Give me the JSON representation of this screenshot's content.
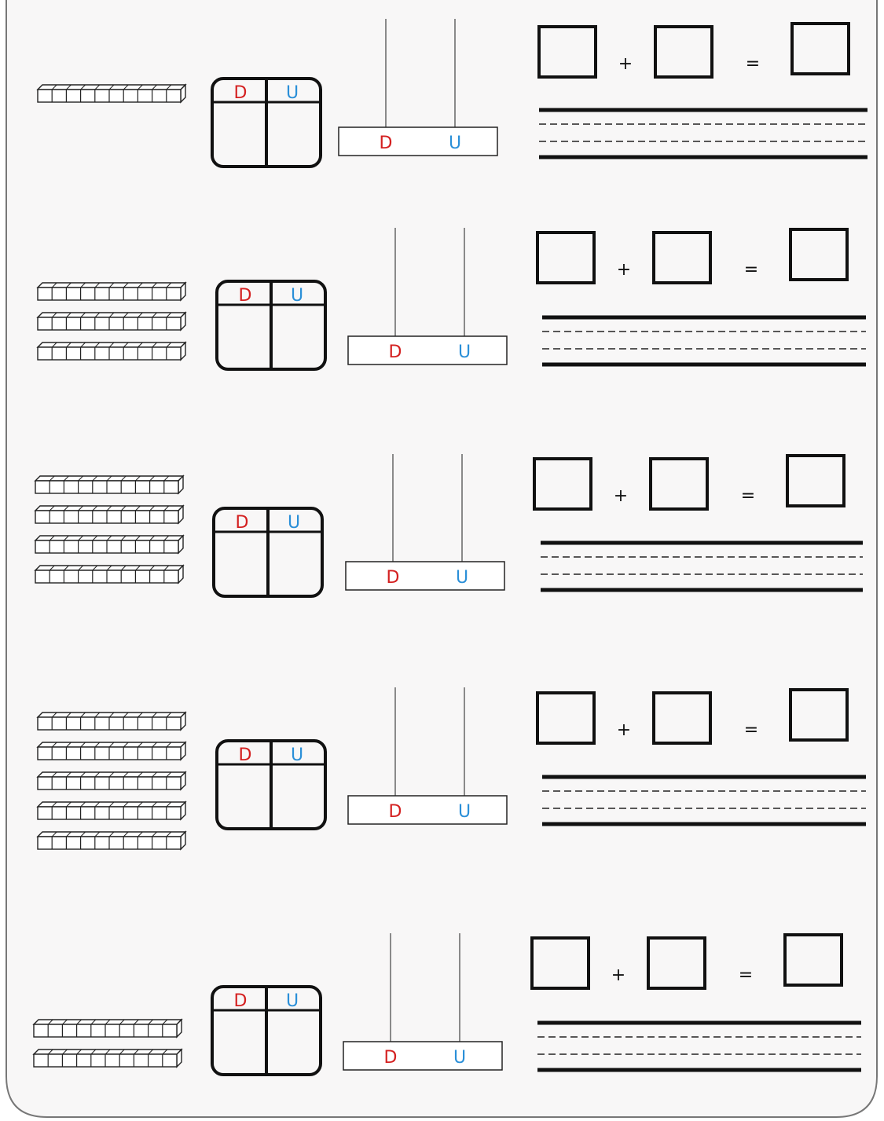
{
  "worksheet": {
    "labels": {
      "tens": "D",
      "units": "U"
    },
    "operators": {
      "plus": "+",
      "equals": "="
    },
    "colors": {
      "tens_label": "#d42020",
      "units_label": "#2a8fd8",
      "ink": "#111111",
      "page": "#f8f7f7"
    },
    "rows": [
      {
        "ten_rods": 1
      },
      {
        "ten_rods": 3
      },
      {
        "ten_rods": 4
      },
      {
        "ten_rods": 5
      },
      {
        "ten_rods": 2
      }
    ]
  }
}
